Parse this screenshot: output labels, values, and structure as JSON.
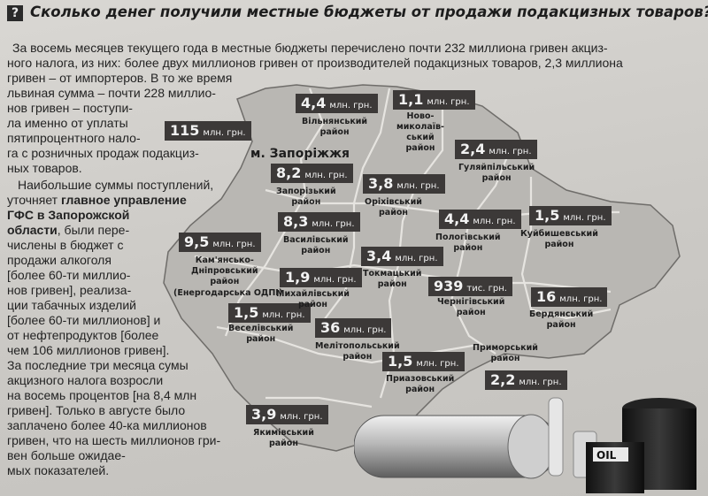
{
  "headline": {
    "icon": "question-mark-icon",
    "text": "Сколько денег получили местные бюджеты от продажи подакцизных товаров?"
  },
  "article": {
    "lines": [
      "За восемь месяцев текущего года в местные бюджеты перечислено почти 232 миллиона гривен акциз-",
      "ного налога, из них: более двух миллионов гривен от производителей подакцизных товаров, 2,3 миллиона",
      "гривен – от импортеров. В то же время",
      "львиная сумма – почти 228 миллио-",
      "нов гривен – поступи-",
      "ла именно от уплаты",
      "пятипроцентного нало-",
      "га с розничных продаж подакциз-",
      "ных товаров.",
      "Наибольшие суммы поступлений,",
      "уточняет ",
      "главное управление",
      "ГФС в Запорожской",
      "области",
      ", были пере-",
      "числены в бюджет с",
      "продажи алкоголя",
      "[более 60-ти миллио-",
      "нов гривен], реализа-",
      "ции табачных изделий",
      "[более 60-ти миллионов] и",
      "от нефтепродуктов [более",
      "чем 106 миллионов гривен].",
      "За последние три месяца сумы",
      "акцизного налога возросли",
      "на восемь процентов [на 8,4 млн",
      "гривен]. Только в августе было",
      "заплачено более 40-ка миллионов",
      "гривен, что на шесть миллионов гри-",
      "вен больше ожидае-",
      "мых показателей."
    ]
  },
  "map": {
    "city_label": "м. Запоріжжя",
    "badges": [
      {
        "value": "115",
        "unit": "млн. грн."
      },
      {
        "value": "4,4",
        "unit": "млн. грн."
      },
      {
        "value": "1,1",
        "unit": "млн. грн."
      },
      {
        "value": "2,4",
        "unit": "млн. грн."
      },
      {
        "value": "8,2",
        "unit": "млн. грн."
      },
      {
        "value": "3,8",
        "unit": "млн. грн."
      },
      {
        "value": "8,3",
        "unit": "млн. грн."
      },
      {
        "value": "4,4",
        "unit": "млн. грн."
      },
      {
        "value": "1,5",
        "unit": "млн. грн."
      },
      {
        "value": "9,5",
        "unit": "млн. грн."
      },
      {
        "value": "3,4",
        "unit": "млн. грн."
      },
      {
        "value": "1,9",
        "unit": "млн. грн."
      },
      {
        "value": "939",
        "unit": "тис. грн."
      },
      {
        "value": "16",
        "unit": "млн. грн."
      },
      {
        "value": "1,5",
        "unit": "млн. грн."
      },
      {
        "value": "36",
        "unit": "млн. грн."
      },
      {
        "value": "1,5",
        "unit": "млн. грн."
      },
      {
        "value": "2,2",
        "unit": "млн. грн."
      },
      {
        "value": "3,9",
        "unit": "млн. грн."
      }
    ],
    "districts": [
      "Вільнянський\nрайон",
      "Ново-\nмиколаїв-\nський\nрайон",
      "Гуляйпільський\nрайон",
      "Запорізький\nрайон",
      "Оріхівський\nрайон",
      "Василівський\nрайон",
      "Пологівський\nрайон",
      "Куйбишевський\nрайон",
      "Кам'янсько-\nДніпровський\nрайон",
      "(Енергодарська ОДПІ)",
      "Токмацький\nрайон",
      "Михайлівський\nрайон",
      "Чернігівський\nрайон",
      "Бердянський\nрайон",
      "Веселівський\nрайон",
      "Мелітопольський\nрайон",
      "Приморський\nрайон",
      "Приазовський\nрайон",
      "Якимівський\nрайон"
    ],
    "oil_label": "OIL"
  },
  "colors": {
    "badge_bg": "#3c3938",
    "map_fill": "#b9b7b3",
    "paper": "#d4d2ce"
  }
}
